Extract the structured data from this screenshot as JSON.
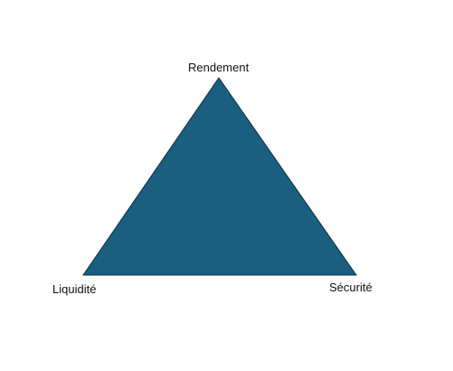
{
  "diagram": {
    "fill_color": "#1a5e80",
    "stroke_color": "#0f2f3f",
    "vertices": {
      "top": "Rendement",
      "bottom_left": "Liquidité",
      "bottom_right": "Sécurité"
    }
  }
}
